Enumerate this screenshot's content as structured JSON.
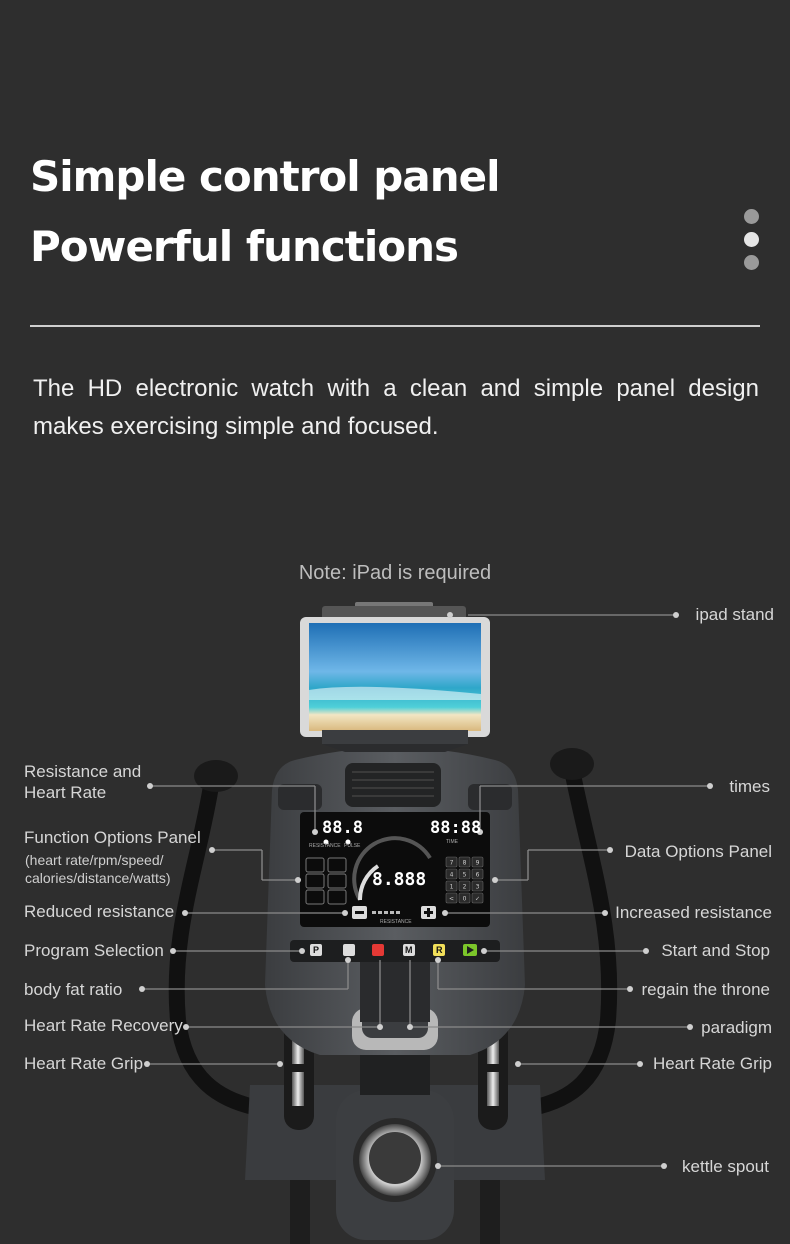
{
  "header": {
    "title_line1": "Simple control panel",
    "title_line2": "Powerful functions",
    "pager_dots": 3,
    "active_dot_index": 1
  },
  "description": "The HD electronic watch with a clean and simple panel design makes exercising simple and focused.",
  "note": "Note: iPad is required",
  "labels": {
    "ipad_stand": "ipad stand",
    "resistance_heart_rate_line1": "Resistance and",
    "resistance_heart_rate_line2": "Heart Rate",
    "times": "times",
    "function_options_panel": "Function Options Panel",
    "function_options_sub_line1": "(heart rate/rpm/speed/",
    "function_options_sub_line2": "calories/distance/watts)",
    "data_options_panel": "Data Options Panel",
    "reduced_resistance": "Reduced resistance",
    "increased_resistance": "Increased resistance",
    "program_selection": "Program Selection",
    "start_and_stop": "Start and Stop",
    "body_fat_ratio": "body fat ratio",
    "regain_the_throne": "regain the throne",
    "heart_rate_recovery": "Heart Rate Recovery",
    "paradigm": "paradigm",
    "heart_rate_grip_left": "Heart Rate Grip",
    "heart_rate_grip_right": "Heart Rate Grip",
    "kettle_spout": "kettle spout"
  },
  "console": {
    "resistance_display": "88.8",
    "time_display": "88:88",
    "center_display": "8.888",
    "resistance_caption": "RESISTANCE",
    "pulse_caption": "PULSE",
    "time_caption": "TIME",
    "bar_caption": "RESISTANCE",
    "keypad": [
      "7",
      "8",
      "9",
      "4",
      "5",
      "6",
      "1",
      "2",
      "3",
      "<",
      "0",
      "✓"
    ],
    "button_p": "P",
    "button_m": "M",
    "button_r": "R"
  },
  "colors": {
    "background": "#2e2e2e",
    "text": "#ffffff",
    "label": "#d6d6d6",
    "leader_line": "#8a8a8a",
    "lcd_digits": "#ffffff",
    "heart_button": "#e53935",
    "start_button": "#7cc62a"
  }
}
